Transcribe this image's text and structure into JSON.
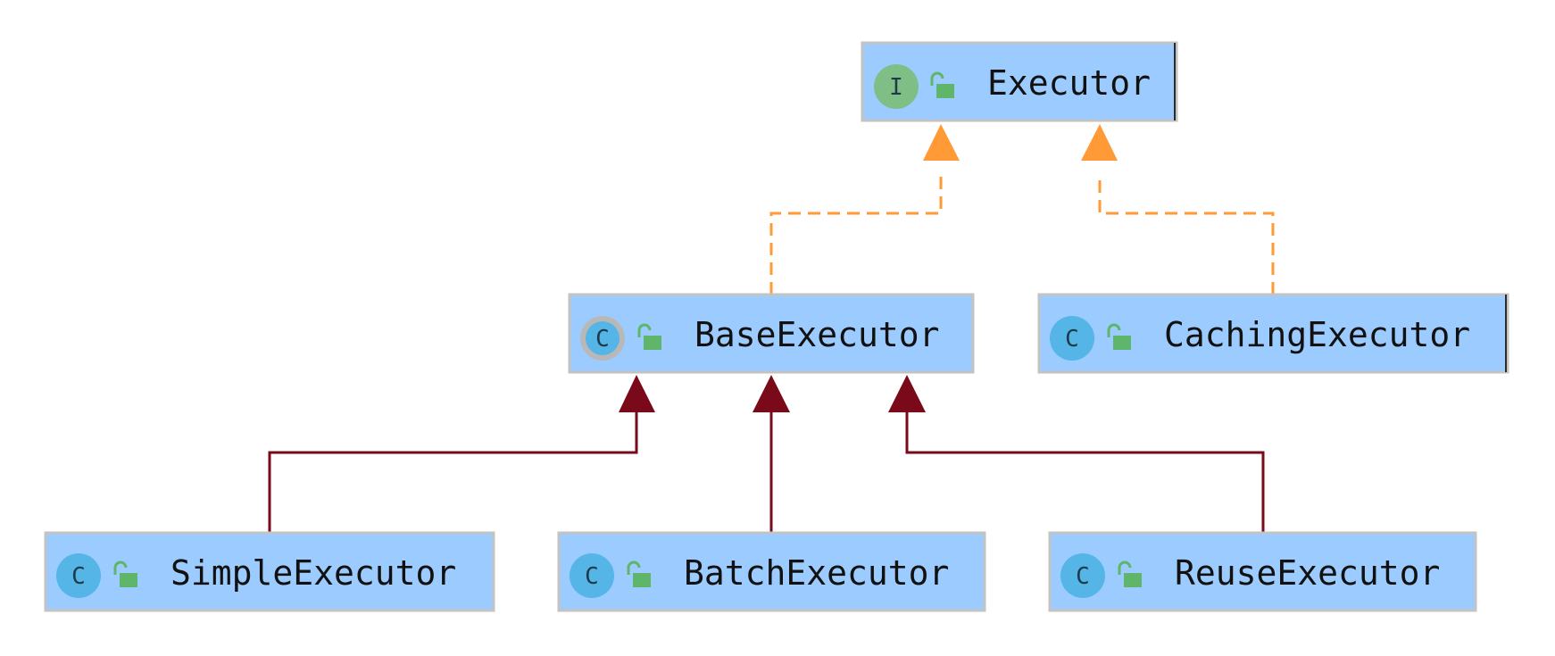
{
  "diagram": {
    "colors": {
      "node_fill": "#9cccff",
      "node_border": "#c3c3c3",
      "interface_badge": "#7fbf86",
      "class_badge": "#54b5e6",
      "lock": "#5fb56a",
      "implements_edge": "#ff9a36",
      "extends_edge": "#7a0a1a"
    },
    "nodes": {
      "executor": {
        "label": "Executor",
        "kind": "interface",
        "badge": "I",
        "icon": "interface-icon"
      },
      "base": {
        "label": "BaseExecutor",
        "kind": "abstract-class",
        "badge": "C",
        "icon": "abstract-class-icon"
      },
      "caching": {
        "label": "CachingExecutor",
        "kind": "class",
        "badge": "C",
        "icon": "class-icon"
      },
      "simple": {
        "label": "SimpleExecutor",
        "kind": "class",
        "badge": "C",
        "icon": "class-icon"
      },
      "batch": {
        "label": "BatchExecutor",
        "kind": "class",
        "badge": "C",
        "icon": "class-icon"
      },
      "reuse": {
        "label": "ReuseExecutor",
        "kind": "class",
        "badge": "C",
        "icon": "class-icon"
      }
    },
    "edges": [
      {
        "from": "BaseExecutor",
        "to": "Executor",
        "type": "implements"
      },
      {
        "from": "CachingExecutor",
        "to": "Executor",
        "type": "implements"
      },
      {
        "from": "SimpleExecutor",
        "to": "BaseExecutor",
        "type": "extends"
      },
      {
        "from": "BatchExecutor",
        "to": "BaseExecutor",
        "type": "extends"
      },
      {
        "from": "ReuseExecutor",
        "to": "BaseExecutor",
        "type": "extends"
      }
    ]
  }
}
